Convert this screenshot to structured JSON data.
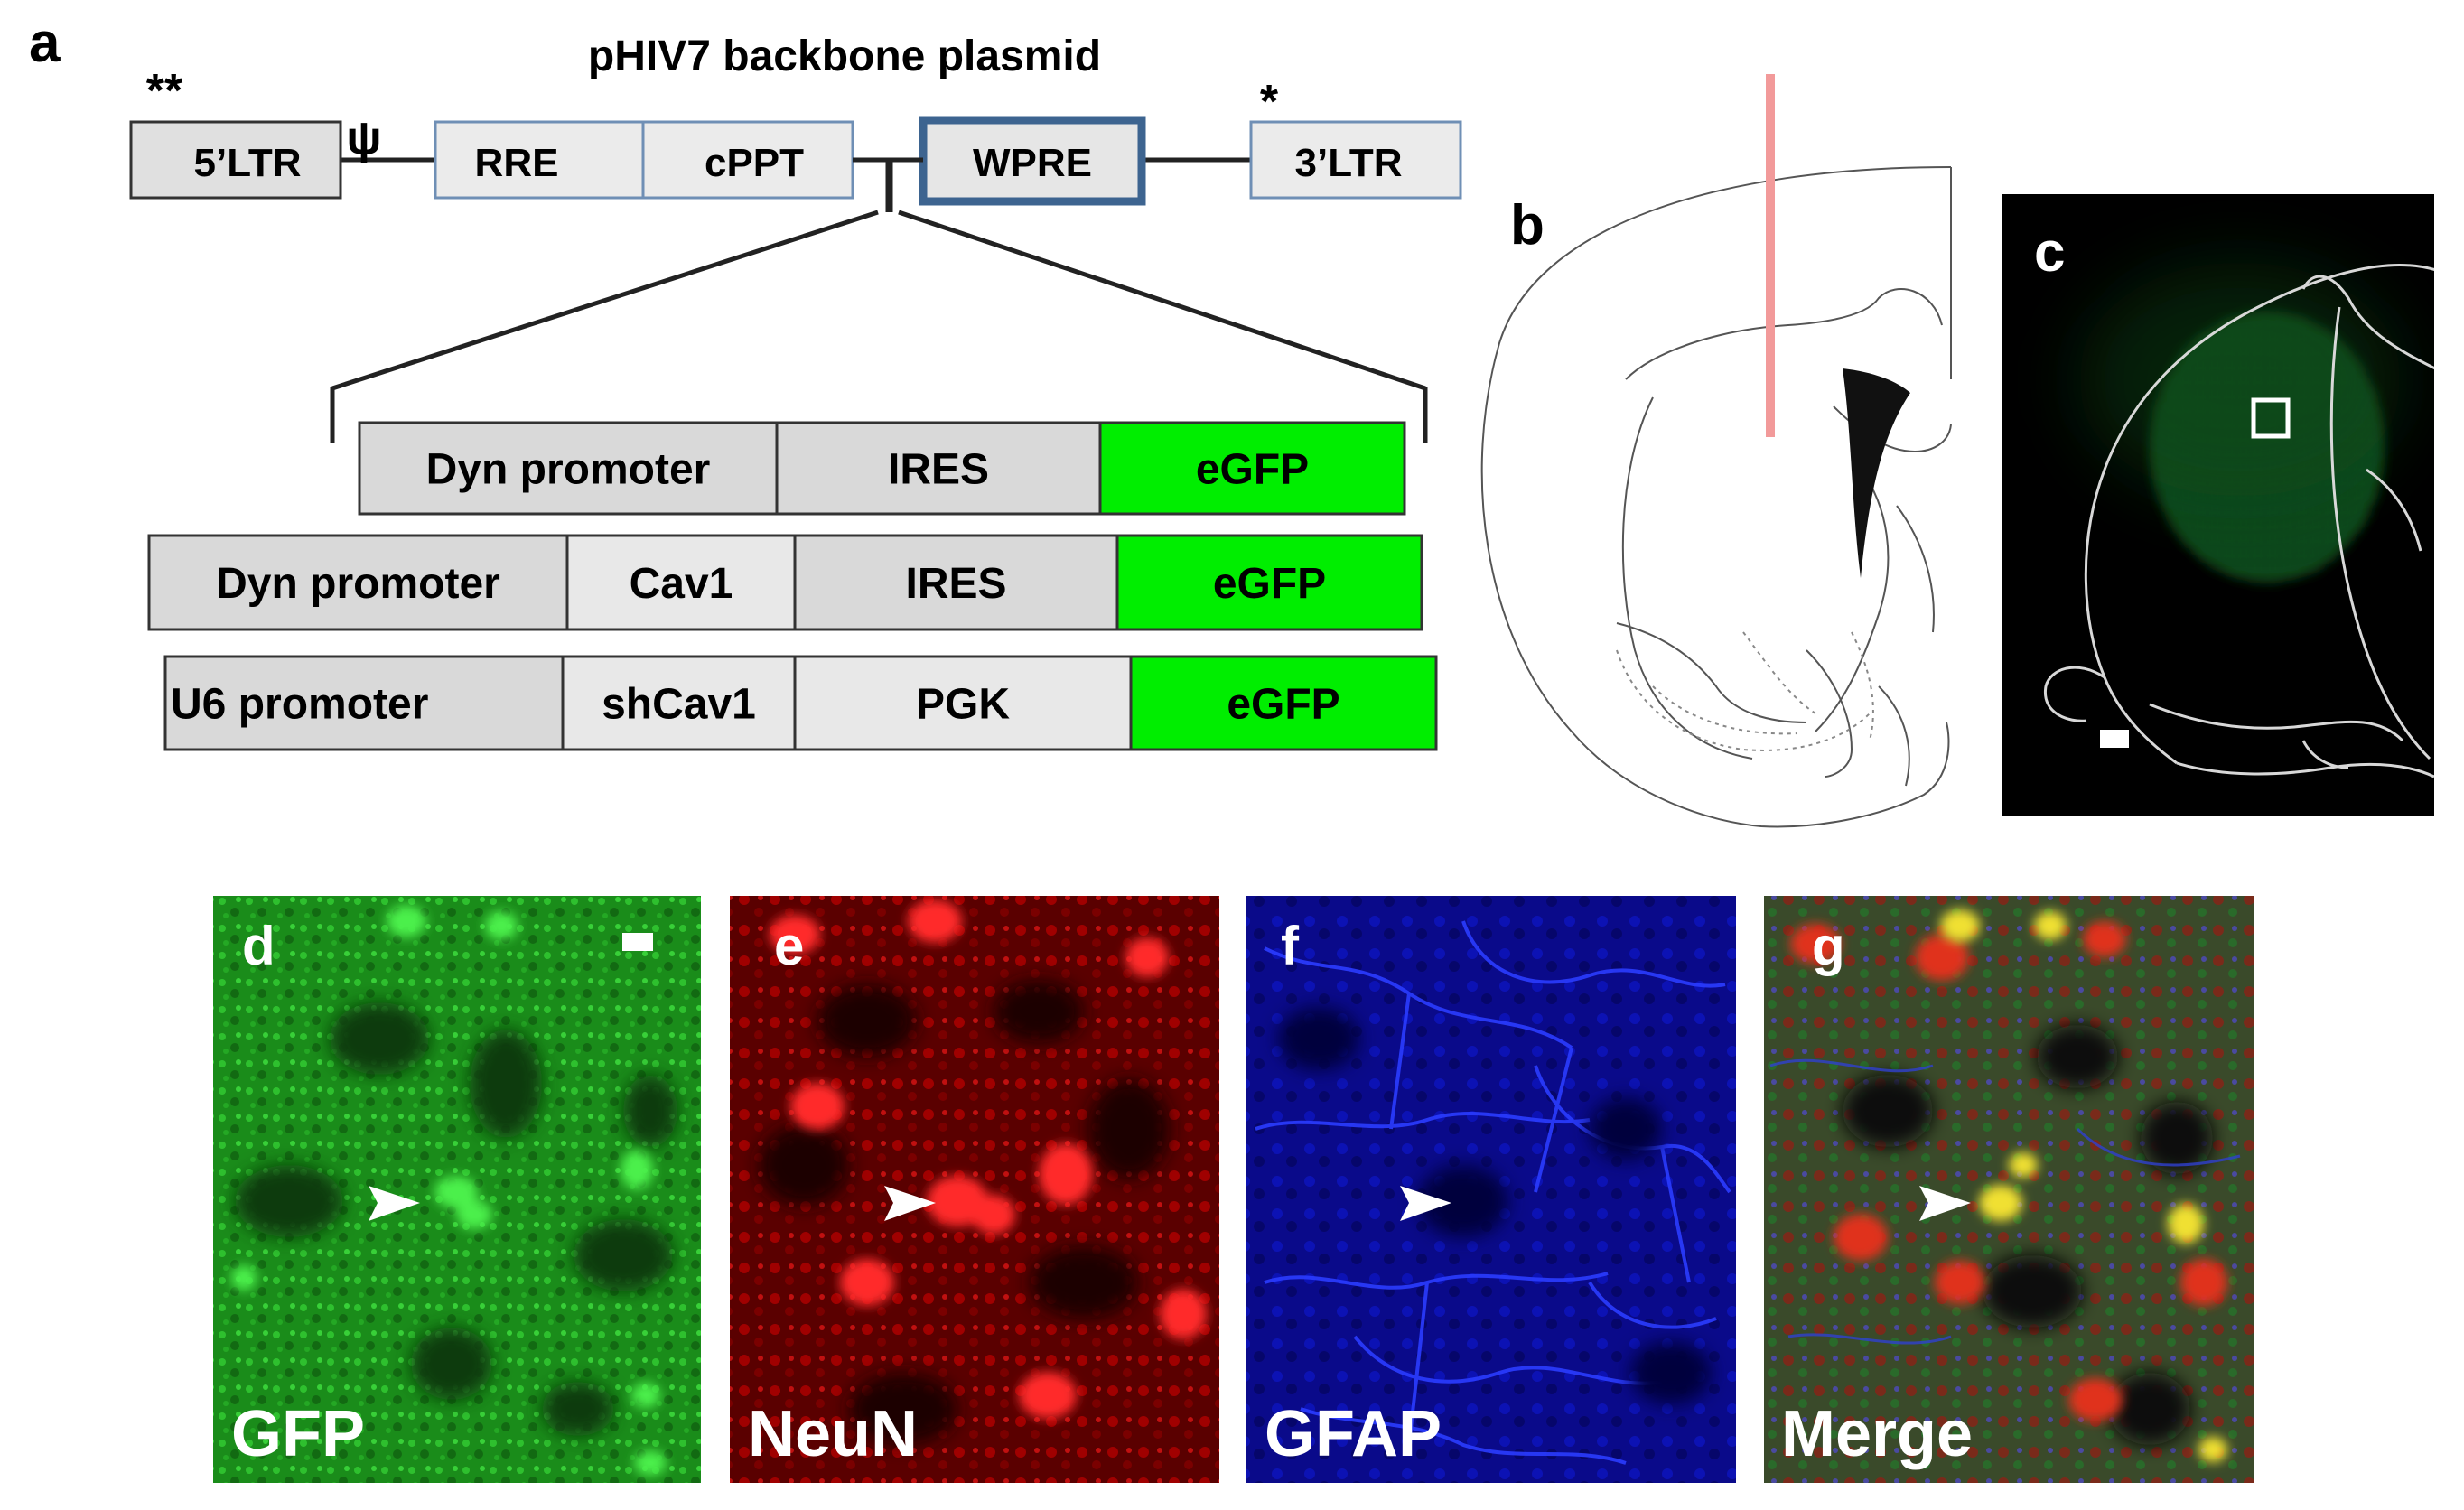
{
  "panel_a": {
    "letter": "a",
    "title": "pHIV7 backbone plasmid",
    "mark_5ltr": "**",
    "mark_3ltr": "*",
    "psi": "ψ",
    "backbone": {
      "ltr5": "5’LTR",
      "rre": "RRE",
      "cppt": "cPPT",
      "wpre": "WPRE",
      "ltr3": "3’LTR"
    },
    "constructs": [
      [
        "Dyn promoter",
        "IRES",
        "eGFP"
      ],
      [
        "Dyn promoter",
        "Cav1",
        "IRES",
        "eGFP"
      ],
      [
        "U6 promoter",
        "shCav1",
        "PGK",
        "eGFP"
      ]
    ]
  },
  "panel_b": {
    "letter": "b"
  },
  "panel_c": {
    "letter": "c"
  },
  "micrographs": [
    {
      "letter": "d",
      "label": "GFP"
    },
    {
      "letter": "e",
      "label": "NeuN"
    },
    {
      "letter": "f",
      "label": "GFAP"
    },
    {
      "letter": "g",
      "label": "Merge"
    }
  ],
  "colors": {
    "egfp": "#00ee00",
    "segment_gray": "#d9d9d9",
    "segment_light": "#e8e8e8",
    "backbone_border": "#6f8fb5",
    "wpre_border": "#3d6490",
    "injection_track": "#f29a9a",
    "gfp_channel": "#1fa51f",
    "neun_channel": "#e01010",
    "gfap_channel": "#1020d0"
  }
}
